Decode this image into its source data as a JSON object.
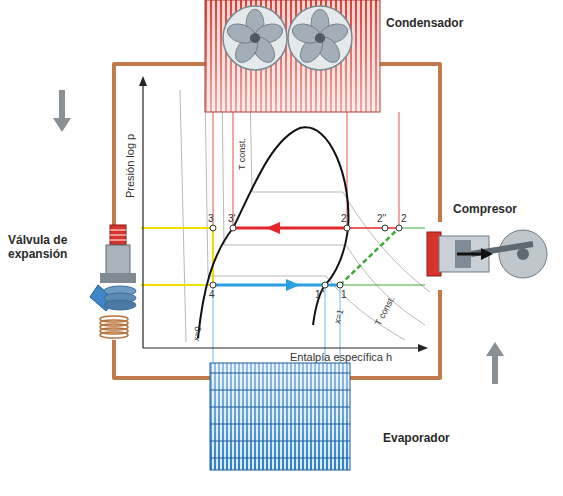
{
  "diagram": {
    "nodes": [
      {
        "text": [
          "Condensador"
        ]
      },
      {
        "text": [
          "Compresor"
        ]
      },
      {
        "text": [
          "Válvula de expansión"
        ]
      },
      {
        "text": [
          "Evaporador"
        ]
      }
    ],
    "edges": [
      {
        "from": 1,
        "to": 0,
        "arrow": "none"
      },
      {
        "from": 0,
        "to": 2,
        "arrow": "none"
      },
      {
        "from": 2,
        "to": 3,
        "arrow": "none"
      },
      {
        "from": 3,
        "to": 1,
        "arrow": "none"
      }
    ],
    "labels": [
      "Presión log p",
      "Entalpía específica h",
      "T const.",
      "T const.",
      "x=0",
      "x=1",
      "3",
      "3'",
      "2'",
      "2''",
      "2",
      "4",
      "1''",
      "1"
    ]
  }
}
